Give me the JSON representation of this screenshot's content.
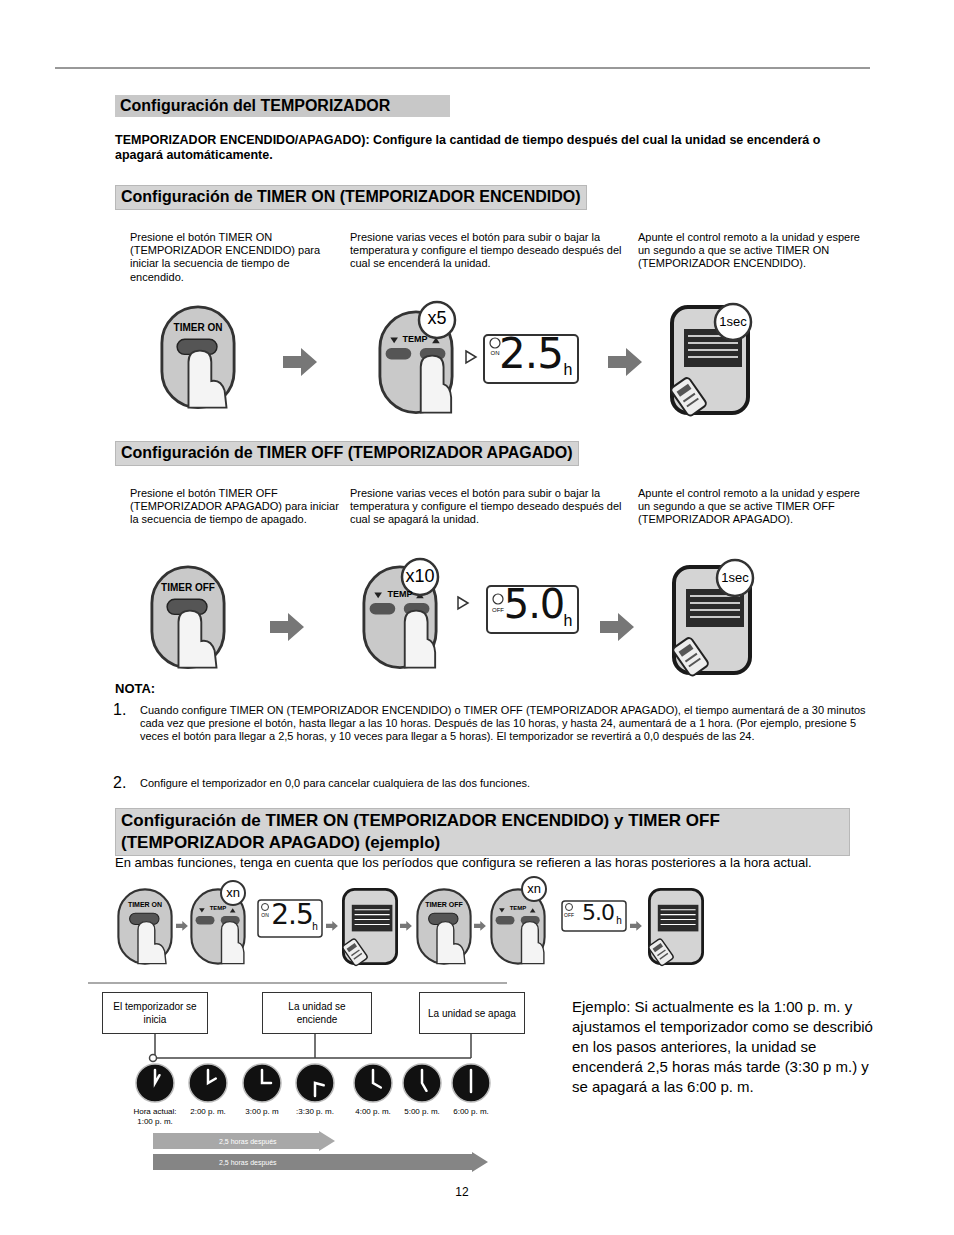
{
  "diagram": {
    "title": "Configuración del TEMPORIZADOR",
    "nodes": [
      {
        "text": [
          "Configuración de TIMER ON (TEMPORIZADOR ENCENDIDO)"
        ]
      },
      {
        "text": [
          "Configuración de TIMER OFF (TEMPORIZADOR APAGADO)"
        ]
      },
      {
        "text": [
          "Configuración de TIMER ON (TEMPORIZADOR ENCENDIDO) y TIMER OFF (TEMPORIZADOR APAGADO) (ejemplo)"
        ]
      },
      {
        "text": [
          "El temporizador se inicia"
        ]
      },
      {
        "text": [
          "La unidad se enciende"
        ]
      },
      {
        "text": [
          "La unidad se apaga"
        ]
      },
      {
        "text": [
          "2,5 horas después"
        ]
      },
      {
        "text": [
          "2,5 horas después"
        ]
      }
    ],
    "labels": [
      "TEMPORIZADOR ENCENDIDO/APAGADO): Configure la cantidad de tiempo después del cual la unidad se encenderá o apagará automáticamente.",
      "Presione el botón TIMER ON (TEMPORIZADOR ENCENDIDO) para iniciar la secuencia de tiempo de encendido.",
      "Presione varias veces el botón para subir o bajar la temperatura y configure el tiempo deseado después del cual se encenderá la unidad.",
      "Apunte el control remoto a la unidad y espere un segundo a que se active TIMER ON (TEMPORIZADOR ENCENDIDO).",
      "TIMER ON",
      "TEMP",
      "x5",
      "ON",
      "2.5",
      "h",
      "1sec",
      "Presione el botón TIMER OFF (TEMPORIZADOR APAGADO) para iniciar la secuencia de tiempo de apagado.",
      "Presione varias veces el botón para subir o bajar la temperatura y configure el tiempo deseado después del cual se apagará la unidad.",
      "Apunte el control remoto a la unidad y espere un segundo a que se active TIMER OFF (TEMPORIZADOR APAGADO).",
      "TIMER OFF",
      "TEMP",
      "x10",
      "OFF",
      "5.0",
      "h",
      "1sec",
      "NOTA:",
      "1.",
      "Cuando configure TIMER ON (TEMPORIZADOR ENCENDIDO) o TIMER OFF (TEMPORIZADOR APAGADO), el tiempo aumentará de a 30 minutos cada vez que presione el botón, hasta llegar a las 10 horas. Después de las 10 horas, y hasta 24, aumentará de a 1 hora. (Por ejemplo, presione 5 veces el botón para llegar a 2,5 horas, y 10 veces para llegar a 5 horas). El temporizador se revertirá a 0,0 después de las 24.",
      "2.",
      "Configure el temporizador en 0,0 para cancelar cualquiera de las dos funciones.",
      "En ambas funciones, tenga en cuenta que los períodos que configura se refieren a las horas posteriores a la hora actual.",
      "TIMER ON",
      "xn",
      "TEMP",
      "ON",
      "2.5",
      "h",
      "TIMER OFF",
      "xn",
      "TEMP",
      "OFF",
      "5.0",
      "h",
      "Ejemplo: Si actualmente es la 1:00 p. m. y ajustamos el temporizador como se describió en los pasos anteriores, la unidad se encenderá 2,5 horas más tarde (3:30 p m.) y se apagará a las 6:00 p. m.",
      "Hora actual: 1:00 p. m.",
      "2:00 p. m.",
      "3:00 p. m",
      ":3:30 p. m.",
      "4:00 p. m.",
      "5:00 p. m.",
      "6:00 p. m.",
      "12"
    ]
  }
}
